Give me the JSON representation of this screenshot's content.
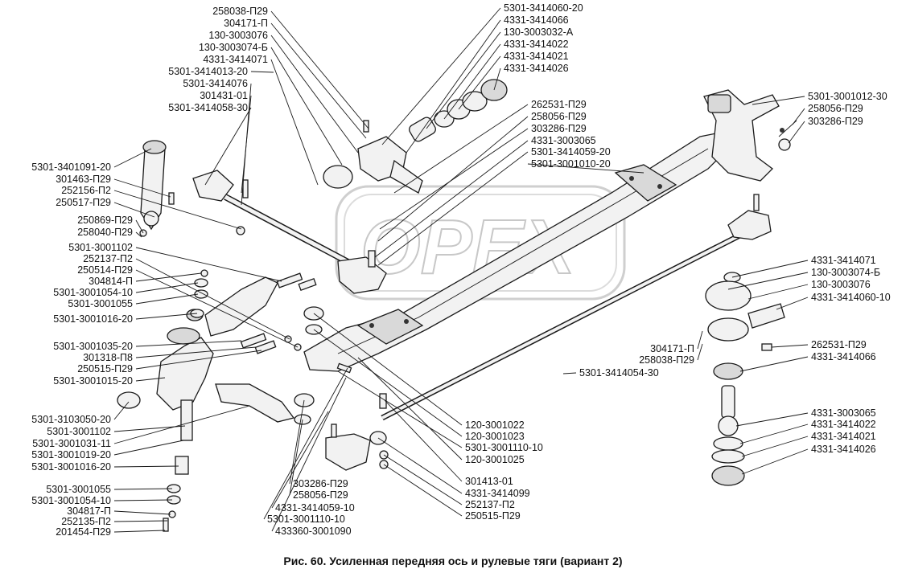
{
  "caption": "Рис. 60. Усиленная передняя ось и рулевые тяги (вариант 2)",
  "watermark": "OPEX",
  "labels": [
    {
      "id": "l1",
      "text": "258038-П29"
    },
    {
      "id": "l2",
      "text": "304171-П"
    },
    {
      "id": "l3",
      "text": "130-3003076"
    },
    {
      "id": "l4",
      "text": "130-3003074-Б"
    },
    {
      "id": "l5",
      "text": "4331-3414071"
    },
    {
      "id": "l6",
      "text": "5301-3414013-20"
    },
    {
      "id": "l7",
      "text": "5301-3414076"
    },
    {
      "id": "l8",
      "text": "301431-01"
    },
    {
      "id": "l9",
      "text": "5301-3414058-30"
    },
    {
      "id": "l10",
      "text": "5301-3414060-20"
    },
    {
      "id": "l11",
      "text": "4331-3414066"
    },
    {
      "id": "l12",
      "text": "130-3003032-А"
    },
    {
      "id": "l13",
      "text": "4331-3414022"
    },
    {
      "id": "l14",
      "text": "4331-3414021"
    },
    {
      "id": "l15",
      "text": "4331-3414026"
    },
    {
      "id": "l16",
      "text": "262531-П29"
    },
    {
      "id": "l17",
      "text": "258056-П29"
    },
    {
      "id": "l18",
      "text": "303286-П29"
    },
    {
      "id": "l19",
      "text": "4331-3003065"
    },
    {
      "id": "l20",
      "text": "5301-3414059-20"
    },
    {
      "id": "l21",
      "text": "5301-3001010-20"
    },
    {
      "id": "l22",
      "text": "5301-3001012-30"
    },
    {
      "id": "l23",
      "text": "258056-П29"
    },
    {
      "id": "l24",
      "text": "303286-П29"
    },
    {
      "id": "l25",
      "text": "5301-3401091-20"
    },
    {
      "id": "l26",
      "text": "301463-П29"
    },
    {
      "id": "l27",
      "text": "252156-П2"
    },
    {
      "id": "l28",
      "text": "250517-П29"
    },
    {
      "id": "l29",
      "text": "250869-П29"
    },
    {
      "id": "l30",
      "text": "258040-П29"
    },
    {
      "id": "l31",
      "text": "5301-3001102"
    },
    {
      "id": "l32",
      "text": "252137-П2"
    },
    {
      "id": "l33",
      "text": "250514-П29"
    },
    {
      "id": "l34",
      "text": "304814-П"
    },
    {
      "id": "l35",
      "text": "5301-3001054-10"
    },
    {
      "id": "l36",
      "text": "5301-3001055"
    },
    {
      "id": "l37",
      "text": "5301-3001016-20"
    },
    {
      "id": "l38",
      "text": "5301-3001035-20"
    },
    {
      "id": "l39",
      "text": "301318-П8"
    },
    {
      "id": "l40",
      "text": "250515-П29"
    },
    {
      "id": "l41",
      "text": "5301-3001015-20"
    },
    {
      "id": "l42",
      "text": "5301-3103050-20"
    },
    {
      "id": "l43",
      "text": "5301-3001102"
    },
    {
      "id": "l44",
      "text": "5301-3001031-11"
    },
    {
      "id": "l45",
      "text": "5301-3001019-20"
    },
    {
      "id": "l46",
      "text": "5301-3001016-20"
    },
    {
      "id": "l47",
      "text": "5301-3001055"
    },
    {
      "id": "l48",
      "text": "5301-3001054-10"
    },
    {
      "id": "l49",
      "text": "304817-П"
    },
    {
      "id": "l50",
      "text": "252135-П2"
    },
    {
      "id": "l51",
      "text": "201454-П29"
    },
    {
      "id": "l52",
      "text": "303286-П29"
    },
    {
      "id": "l53",
      "text": "258056-П29"
    },
    {
      "id": "l54",
      "text": "4331-3414059-10"
    },
    {
      "id": "l55",
      "text": "5301-3001110-10"
    },
    {
      "id": "l56",
      "text": "433360-3001090"
    },
    {
      "id": "l57",
      "text": "301413-01"
    },
    {
      "id": "l58",
      "text": "4331-3414099"
    },
    {
      "id": "l59",
      "text": "252137-П2"
    },
    {
      "id": "l60",
      "text": "250515-П29"
    },
    {
      "id": "l61",
      "text": "120-3001022"
    },
    {
      "id": "l62",
      "text": "120-3001023"
    },
    {
      "id": "l63",
      "text": "5301-3001110-10"
    },
    {
      "id": "l64",
      "text": "120-3001025"
    },
    {
      "id": "l65",
      "text": "5301-3414054-30"
    },
    {
      "id": "l66",
      "text": "4331-3414071"
    },
    {
      "id": "l67",
      "text": "130-3003074-Б"
    },
    {
      "id": "l68",
      "text": "130-3003076"
    },
    {
      "id": "l69",
      "text": "4331-3414060-10"
    },
    {
      "id": "l70",
      "text": "304171-П"
    },
    {
      "id": "l71",
      "text": "258038-П29"
    },
    {
      "id": "l72",
      "text": "262531-П29"
    },
    {
      "id": "l73",
      "text": "4331-3414066"
    },
    {
      "id": "l74",
      "text": "4331-3003065"
    },
    {
      "id": "l75",
      "text": "4331-3414022"
    },
    {
      "id": "l76",
      "text": "4331-3414021"
    },
    {
      "id": "l77",
      "text": "4331-3414026"
    }
  ]
}
